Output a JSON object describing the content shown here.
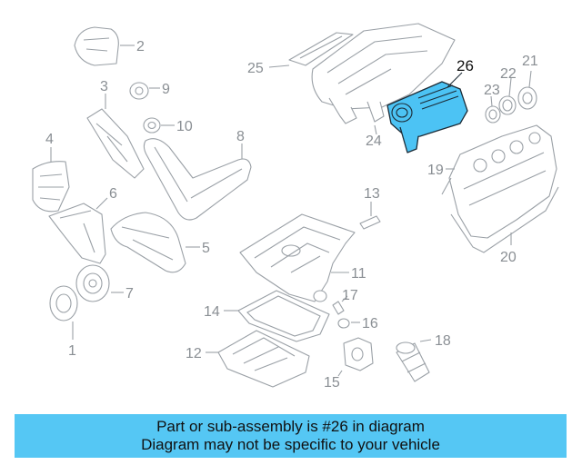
{
  "callouts": {
    "c1": "1",
    "c2": "2",
    "c3": "3",
    "c4": "4",
    "c5": "5",
    "c6": "6",
    "c7": "7",
    "c8": "8",
    "c9": "9",
    "c10": "10",
    "c11": "11",
    "c12": "12",
    "c13": "13",
    "c14": "14",
    "c15": "15",
    "c16": "16",
    "c17": "17",
    "c18": "18",
    "c19": "19",
    "c20": "20",
    "c21": "21",
    "c22": "22",
    "c23": "23",
    "c24": "24",
    "c25": "25",
    "c26": "26"
  },
  "highlighted_part": "26",
  "banner": {
    "line1": "Part or sub-assembly is #26 in diagram",
    "line2": "Diagram may not be specific to your vehicle"
  },
  "colors": {
    "highlight": "#4cc3f4",
    "banner": "#55c7f4",
    "line": "#9aa0a6"
  }
}
